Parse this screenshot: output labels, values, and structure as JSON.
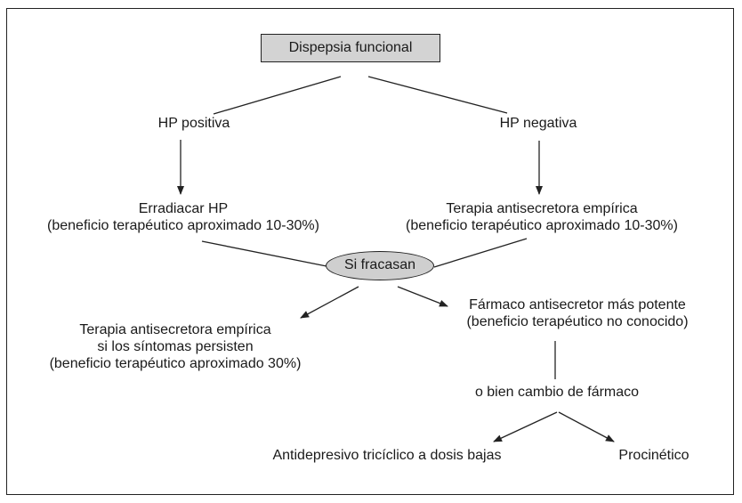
{
  "diagram": {
    "root": "Dispepsia funcional",
    "hp_positive": "HP positiva",
    "hp_negative": "HP negativa",
    "eradicate": {
      "line1": "Erradiacar HP",
      "line2": "(beneficio terapéutico aproximado 10-30%)"
    },
    "antisecretory_empiric": {
      "line1": "Terapia antisecretora empírica",
      "line2": "(beneficio terapéutico aproximado 10-30%)"
    },
    "if_fail": "Si fracasan",
    "persist_therapy": {
      "line1": "Terapia antisecretora empírica",
      "line2": "si los síntomas persisten",
      "line3": "(beneficio terapéutico aproximado 30%)"
    },
    "potent_drug": {
      "line1": "Fármaco antisecretor más potente",
      "line2": "(beneficio terapéutico no conocido)"
    },
    "or_change": "o bien cambio de fármaco",
    "antidepressant": "Antidepresivo tricíclico a dosis bajas",
    "prokinetic": "Procinético"
  },
  "colors": {
    "stroke": "#222222",
    "box_fill": "#d3d3d3",
    "ellipse_fill": "#cfcfcf"
  }
}
